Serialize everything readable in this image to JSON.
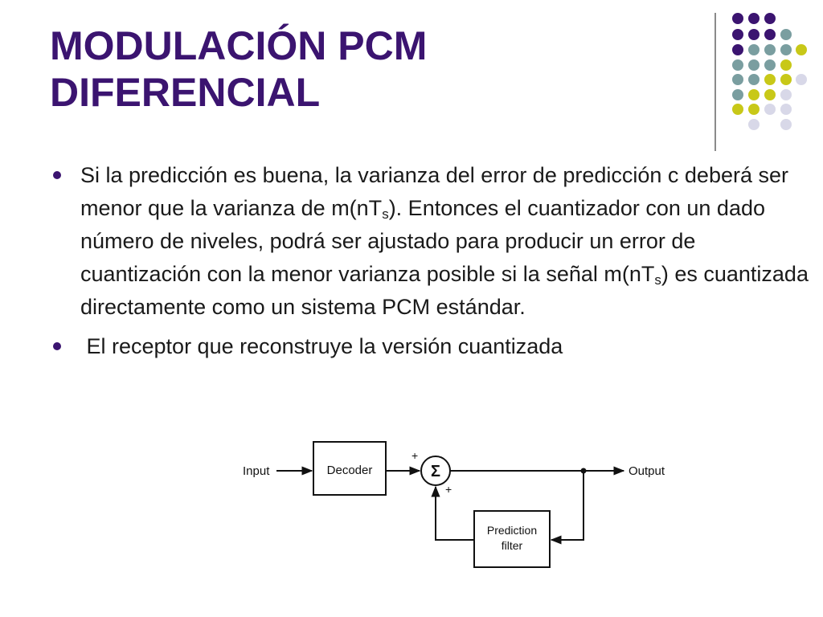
{
  "slide": {
    "title_line1": "MODULACIÓN PCM",
    "title_line2": "DIFERENCIAL",
    "accent_color": "#3b1470",
    "palette": [
      "#3b1470",
      "#7a9ea0",
      "#c8c818",
      "#d8d8e8"
    ]
  },
  "bullets": [
    {
      "seg1": "Si la predicción es buena, la varianza del error de predicción c deberá ser menor que la varianza de m(nT",
      "sub1": "s",
      "seg2": "). Entonces el cuantizador con un dado número de niveles, podrá ser ajustado para producir un error de cuantización con la menor varianza posible si la señal m(nT",
      "sub2": "s",
      "seg3": ") es cuantizada directamente como un sistema PCM estándar."
    },
    {
      "text": " El receptor que reconstruye la versión cuantizada"
    }
  ],
  "diagram": {
    "input_label": "Input",
    "decoder_label": "Decoder",
    "sum_symbol": "Σ",
    "plus_top": "+",
    "plus_bottom": "+",
    "output_label": "Output",
    "filter_line1": "Prediction",
    "filter_line2": "filter"
  }
}
